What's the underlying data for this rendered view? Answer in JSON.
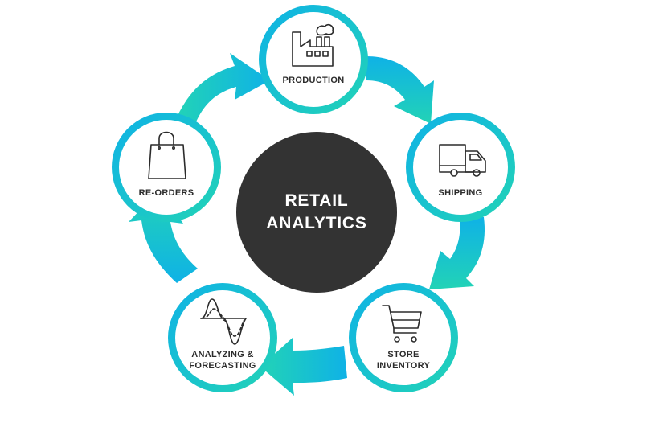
{
  "center": {
    "line1": "RETAIL",
    "line2": "ANALYTICS"
  },
  "stages": [
    {
      "id": "production",
      "icon": "factory-icon",
      "lines": [
        "PRODUCTION"
      ]
    },
    {
      "id": "shipping",
      "icon": "truck-icon",
      "lines": [
        "SHIPPING"
      ]
    },
    {
      "id": "store-inventory",
      "icon": "shopping-cart-icon",
      "lines": [
        "STORE",
        "INVENTORY"
      ]
    },
    {
      "id": "analyzing-forecasting",
      "icon": "wave-chart-icon",
      "lines": [
        "ANALYZING &",
        "FORECASTING"
      ]
    },
    {
      "id": "re-orders",
      "icon": "shopping-bag-icon",
      "lines": [
        "RE-ORDERS"
      ]
    }
  ],
  "colors": {
    "teal": "#22d3b6",
    "blue": "#0fb2e6",
    "center": "#333333",
    "text": "#2b2b2b"
  }
}
